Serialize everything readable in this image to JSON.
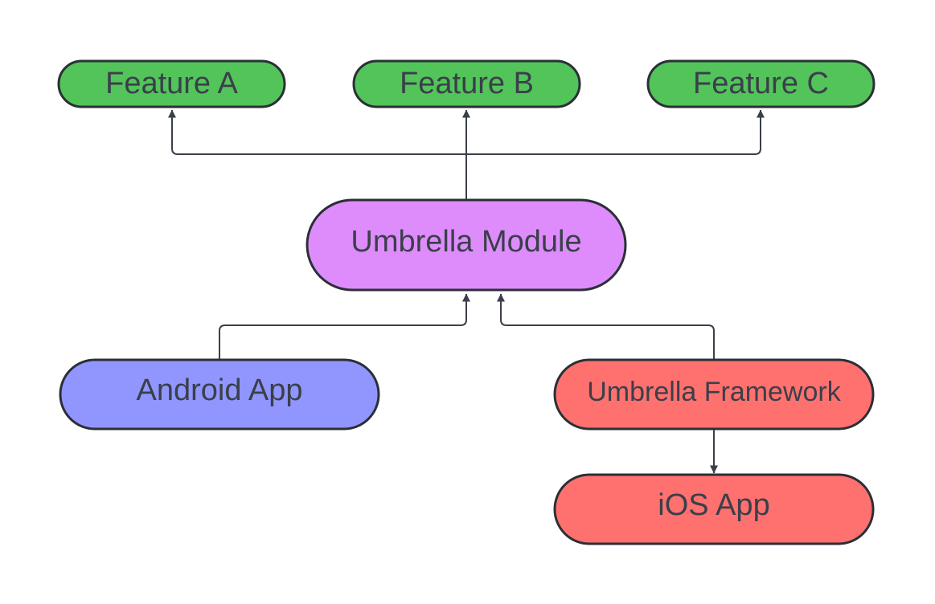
{
  "nodes": {
    "feature_a": {
      "label": "Feature A",
      "color": "#52c45a"
    },
    "feature_b": {
      "label": "Feature B",
      "color": "#52c45a"
    },
    "feature_c": {
      "label": "Feature C",
      "color": "#52c45a"
    },
    "umbrella_module": {
      "label": "Umbrella Module",
      "color": "#de8cfc"
    },
    "android_app": {
      "label": "Android App",
      "color": "#9196ff"
    },
    "umbrella_framework": {
      "label": "Umbrella Framework",
      "color": "#ff716e"
    },
    "ios_app": {
      "label": "iOS App",
      "color": "#ff716e"
    }
  },
  "edges": [
    {
      "from": "umbrella_module",
      "to": "feature_a"
    },
    {
      "from": "umbrella_module",
      "to": "feature_b"
    },
    {
      "from": "umbrella_module",
      "to": "feature_c"
    },
    {
      "from": "android_app",
      "to": "umbrella_module"
    },
    {
      "from": "umbrella_framework",
      "to": "umbrella_module"
    },
    {
      "from": "umbrella_framework",
      "to": "ios_app"
    }
  ],
  "style": {
    "node_border_color": "#2b2f36",
    "edge_color": "#3a3f4a",
    "text_color": "#3a3f4a"
  }
}
